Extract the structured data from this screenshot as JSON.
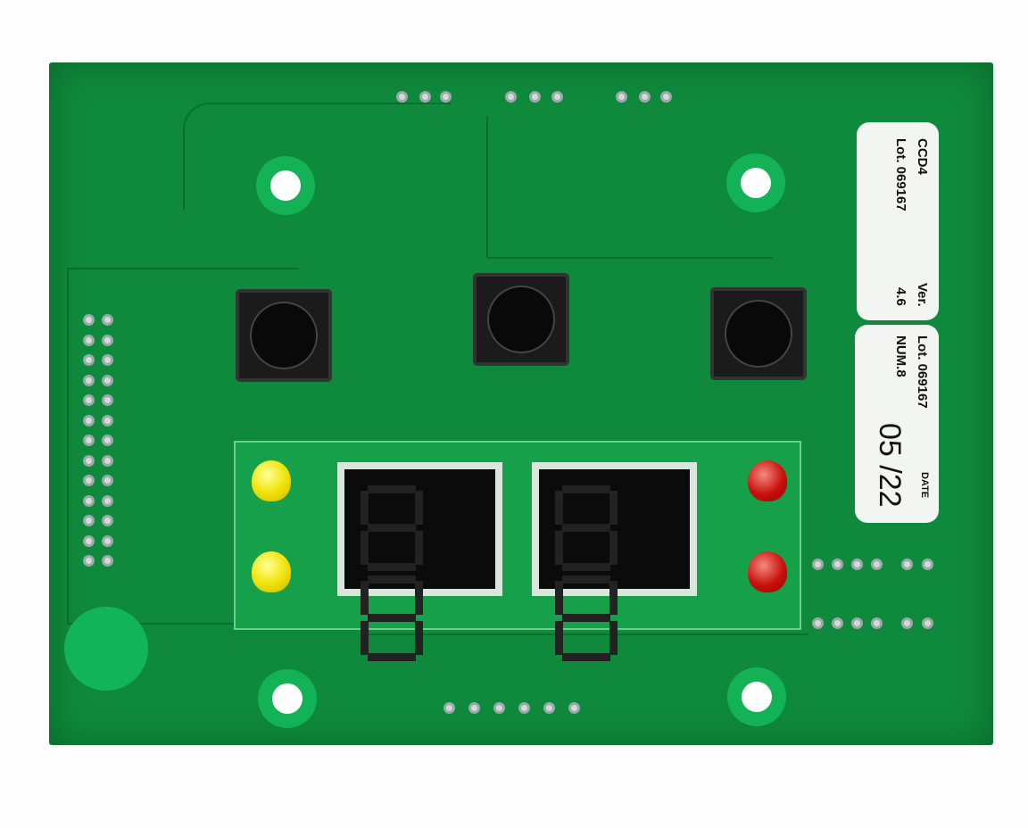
{
  "label_top": {
    "model": "CCD4",
    "lot": "Lot. 069167",
    "ver_label": "Ver.",
    "ver_value": "4.6"
  },
  "label_bottom": {
    "lot": "Lot. 069167",
    "num": "NUM.8",
    "date_label": "DATE",
    "date_value": "05 /22"
  },
  "colors": {
    "pcb": "#0f8a3c",
    "led_yellow": "#f2e40b",
    "led_red": "#c8110c"
  }
}
